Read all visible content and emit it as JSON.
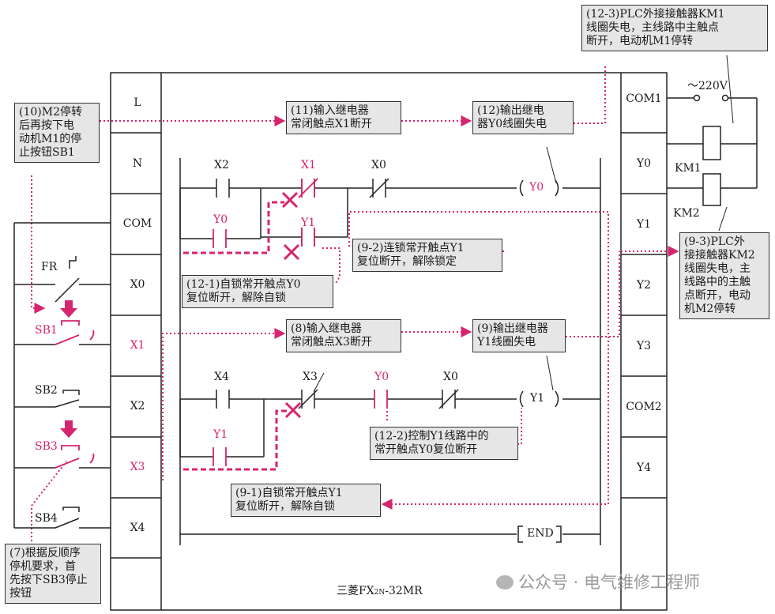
{
  "colors": {
    "accent": "#d6246e",
    "line": "#222222",
    "note_bg": "#e6e6e6"
  },
  "plc": {
    "model_prefix": "三菱FX",
    "model_sub": "2N",
    "model_suffix": "-32MR"
  },
  "input_terminals": [
    "L",
    "N",
    "COM",
    "X0",
    "X1",
    "X2",
    "X3",
    "X4"
  ],
  "output_terminals": [
    "COM1",
    "Y0",
    "Y1",
    "Y2",
    "Y3",
    "COM2",
    "Y4"
  ],
  "wiring_labels": {
    "fr": "FR",
    "sb1": "SB1",
    "sb2": "SB2",
    "sb3": "SB3",
    "sb4": "SB4",
    "voltage": "～220V",
    "km1": "KM1",
    "km2": "KM2"
  },
  "ladder": {
    "rung1": {
      "x2": "X2",
      "x1": "X1",
      "x0": "X0",
      "coil": "Y0"
    },
    "branch1": {
      "y0": "Y0",
      "y1": "Y1"
    },
    "rung2": {
      "x4": "X4",
      "x3": "X3",
      "y0": "Y0",
      "x0": "X0",
      "coil": "Y1"
    },
    "branch2": {
      "y1": "Y1"
    },
    "end": "END"
  },
  "notes": {
    "n10": "(10)M2停转\n后再按下电\n动机M1的停\n止按钮SB1",
    "n11": "(11)输入继电器\n常闭触点X1断开",
    "n12": "(12)输出继电\n器Y0线圈失电",
    "n12_3": "(12-3)PLC外接接触器KM1\n线圈失电，主线路中主触点\n断开，电动机M1停转",
    "n9_2": "(9-2)连锁常开触点Y1\n复位断开，解除锁定",
    "n12_1": "(12-1)自锁常开触点Y0\n复位断开，解除自锁",
    "n9_3": "(9-3)PLC外\n接接触器KM2\n线圈失电，主\n线路中的主触\n点断开，电动\n机M2停转",
    "n8": "(8)输入继电器\n常闭触点X3断开",
    "n9": "(9)输出继电器\nY1线圈失电",
    "n12_2": "(12-2)控制Y1线路中的\n常开触点Y0复位断开",
    "n9_1": "(9-1)自锁常开触点Y1\n复位断开，解除自锁",
    "n7": "(7)根据反顺序\n停机要求，首\n先按下SB3停止\n按钮"
  },
  "watermark": "公众号 · 电气维修工程师"
}
